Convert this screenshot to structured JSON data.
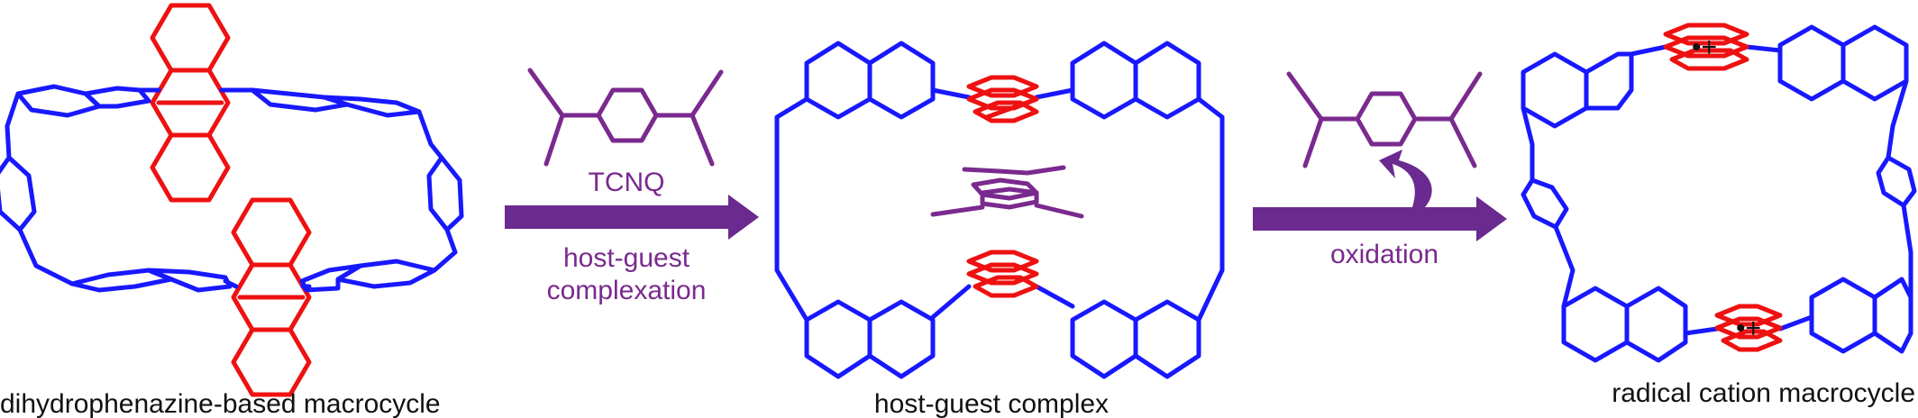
{
  "labels": {
    "tcnq": "TCNQ",
    "host_guest": "host-guest",
    "complexation": "complexation",
    "oxidation": "oxidation",
    "radical_symbol": "•+"
  },
  "captions": {
    "left": "dihydrophenazine-based macrocycle",
    "middle": "host-guest complex",
    "right": "radical cation macrocycle"
  },
  "colors": {
    "host": "#1818ff",
    "core": "#ee1111",
    "guest": "#7a2a8e",
    "arrow": "#6b2a8f"
  }
}
